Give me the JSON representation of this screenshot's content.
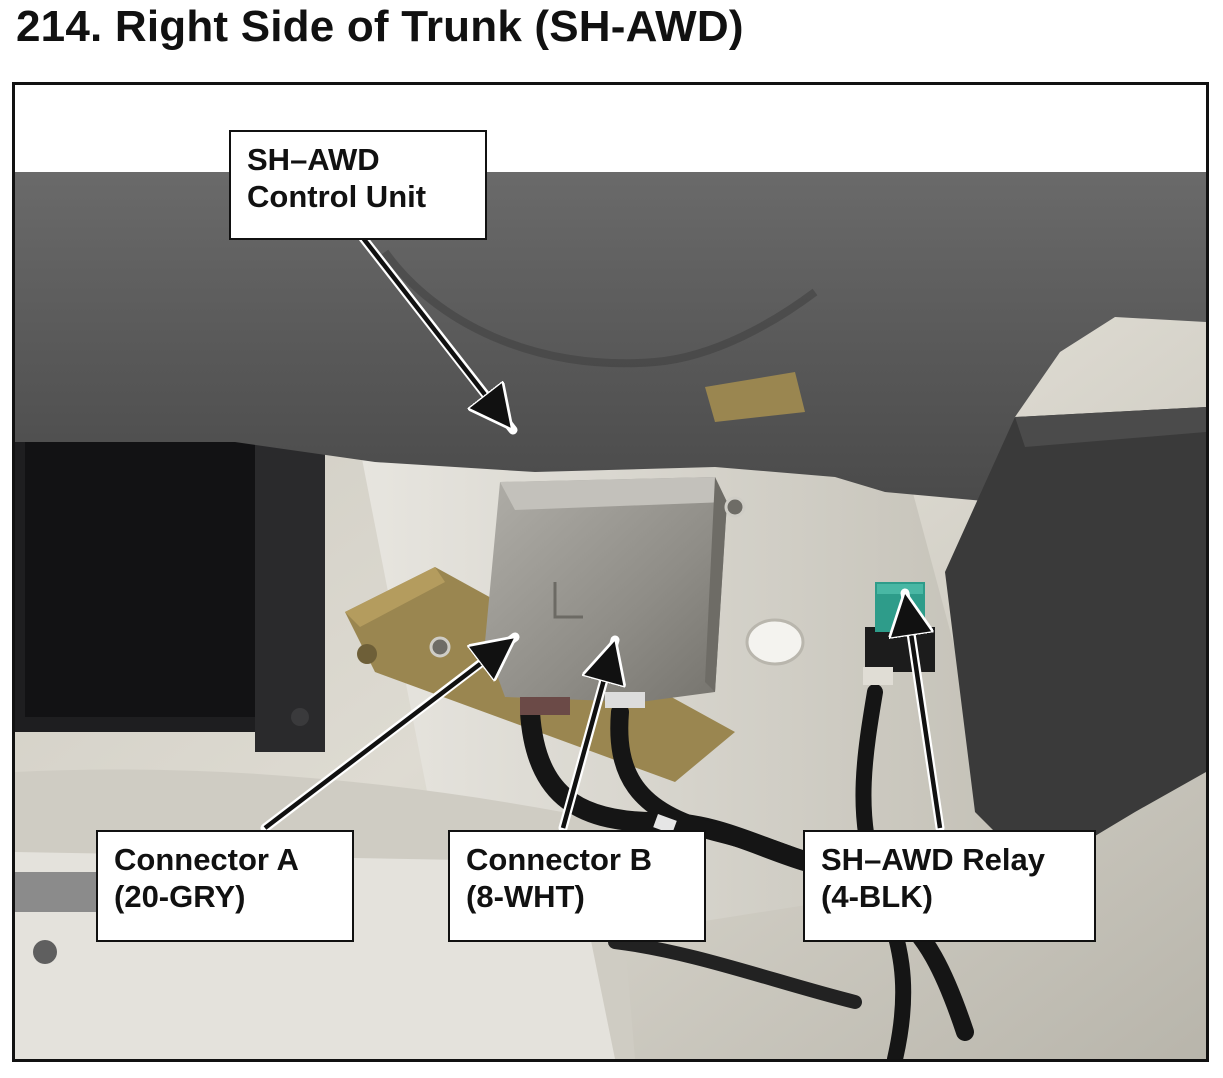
{
  "page": {
    "title": "214.  Right Side of Trunk (SH-AWD)"
  },
  "callouts": {
    "control_unit": {
      "line1": "SH–AWD",
      "line2": "Control Unit"
    },
    "connector_a": {
      "line1": "Connector A",
      "line2": "(20-GRY)"
    },
    "connector_b": {
      "line1": "Connector B",
      "line2": "(8-WHT)"
    },
    "relay": {
      "line1": "SH–AWD Relay",
      "line2": "(4-BLK)"
    }
  },
  "colors": {
    "text": "#111111",
    "frame_border": "#111111",
    "relay_green": "#2e9c8a",
    "carpet": "#5a5a5a"
  }
}
